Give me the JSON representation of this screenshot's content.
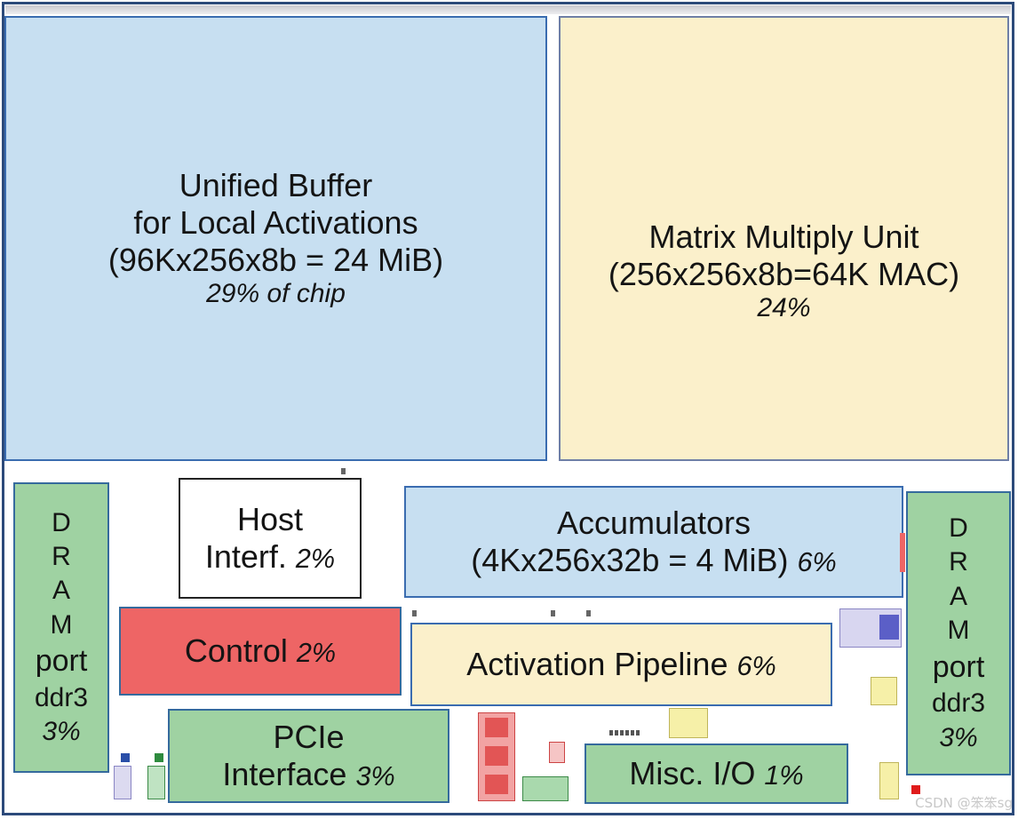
{
  "blocks": {
    "unified_buffer": {
      "line1": "Unified Buffer",
      "line2": "for Local Activations",
      "line3": "(96Kx256x8b = 24 MiB)",
      "pct": "29% of chip"
    },
    "matrix_unit": {
      "line1": "Matrix Multiply Unit",
      "line2": "(256x256x8b=64K MAC)",
      "pct": "24%"
    },
    "host_interface": {
      "line1": "Host",
      "line2": "Interf.",
      "pct": "2%"
    },
    "accumulators": {
      "line1": "Accumulators",
      "line2": "(4Kx256x32b = 4 MiB)",
      "pct": "6%"
    },
    "control": {
      "label": "Control",
      "pct": "2%"
    },
    "activation_pipeline": {
      "label": "Activation Pipeline",
      "pct": "6%"
    },
    "pcie": {
      "line1": "PCIe",
      "line2": "Interface",
      "pct": "3%"
    },
    "misc_io": {
      "label": "Misc. I/O",
      "pct": "1%"
    },
    "dram_left": {
      "letters": [
        "D",
        "R",
        "A",
        "M"
      ],
      "line1": "port",
      "line2": "ddr3",
      "pct": "3%"
    },
    "dram_right": {
      "letters": [
        "D",
        "R",
        "A",
        "M"
      ],
      "line1": "port",
      "line2": "ddr3",
      "pct": "3%"
    }
  },
  "watermark": "CSDN @笨笨sg",
  "colors": {
    "buffer_blue": "#c7dff1",
    "matrix_tan": "#fbf0cb",
    "dram_green": "#9fd2a2",
    "control_red": "#ee6565",
    "frame_navy": "#2c4a7a"
  }
}
